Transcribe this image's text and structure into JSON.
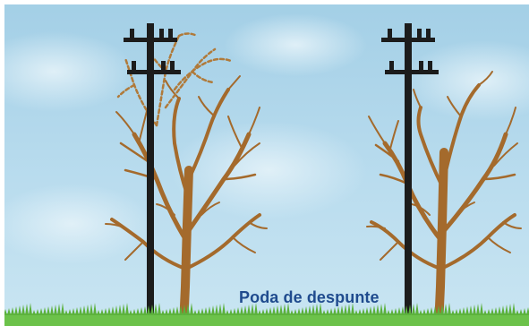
{
  "caption": "Poda de despunte",
  "colors": {
    "sky": "#a3cfe6",
    "cloud": "#d6ecf6",
    "grass": "#6cc24a",
    "branch": "#a46a2c",
    "pole": "#1c1c1c",
    "pruned_branch": "#b07a3a",
    "caption": "#1f4b8e"
  },
  "icons": [
    "utility-pole",
    "tree",
    "pruned-branch-outline",
    "grass"
  ]
}
